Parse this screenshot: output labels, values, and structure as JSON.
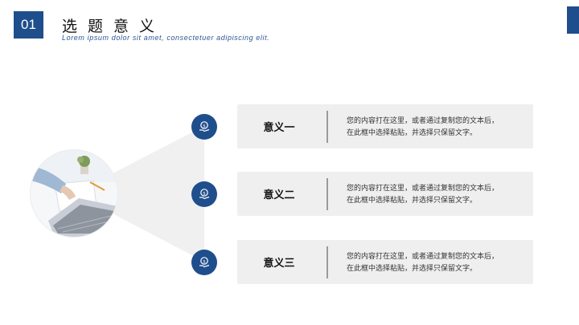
{
  "header": {
    "number": "01",
    "title": "选题意义",
    "subtitle": "Lorem ipsum dolor sit amet, consectetuer adipiscing elit."
  },
  "theme": {
    "accent": "#1f4e8c",
    "card_bg": "#efefef",
    "funnel": "#f0f0f0"
  },
  "items": [
    {
      "icon": "money-hand-icon",
      "label": "意义一",
      "line1": "您的内容打在这里，或者通过复制您的文本后，",
      "line2": "在此框中选择粘贴，并选择只保留文字。"
    },
    {
      "icon": "money-hand-icon",
      "label": "意义二",
      "line1": "您的内容打在这里，或者通过复制您的文本后，",
      "line2": "在此框中选择粘贴，并选择只保留文字。"
    },
    {
      "icon": "money-hand-icon",
      "label": "意义三",
      "line1": "您的内容打在这里，或者通过复制您的文本后，",
      "line2": "在此框中选择粘贴，并选择只保留文字。"
    }
  ]
}
